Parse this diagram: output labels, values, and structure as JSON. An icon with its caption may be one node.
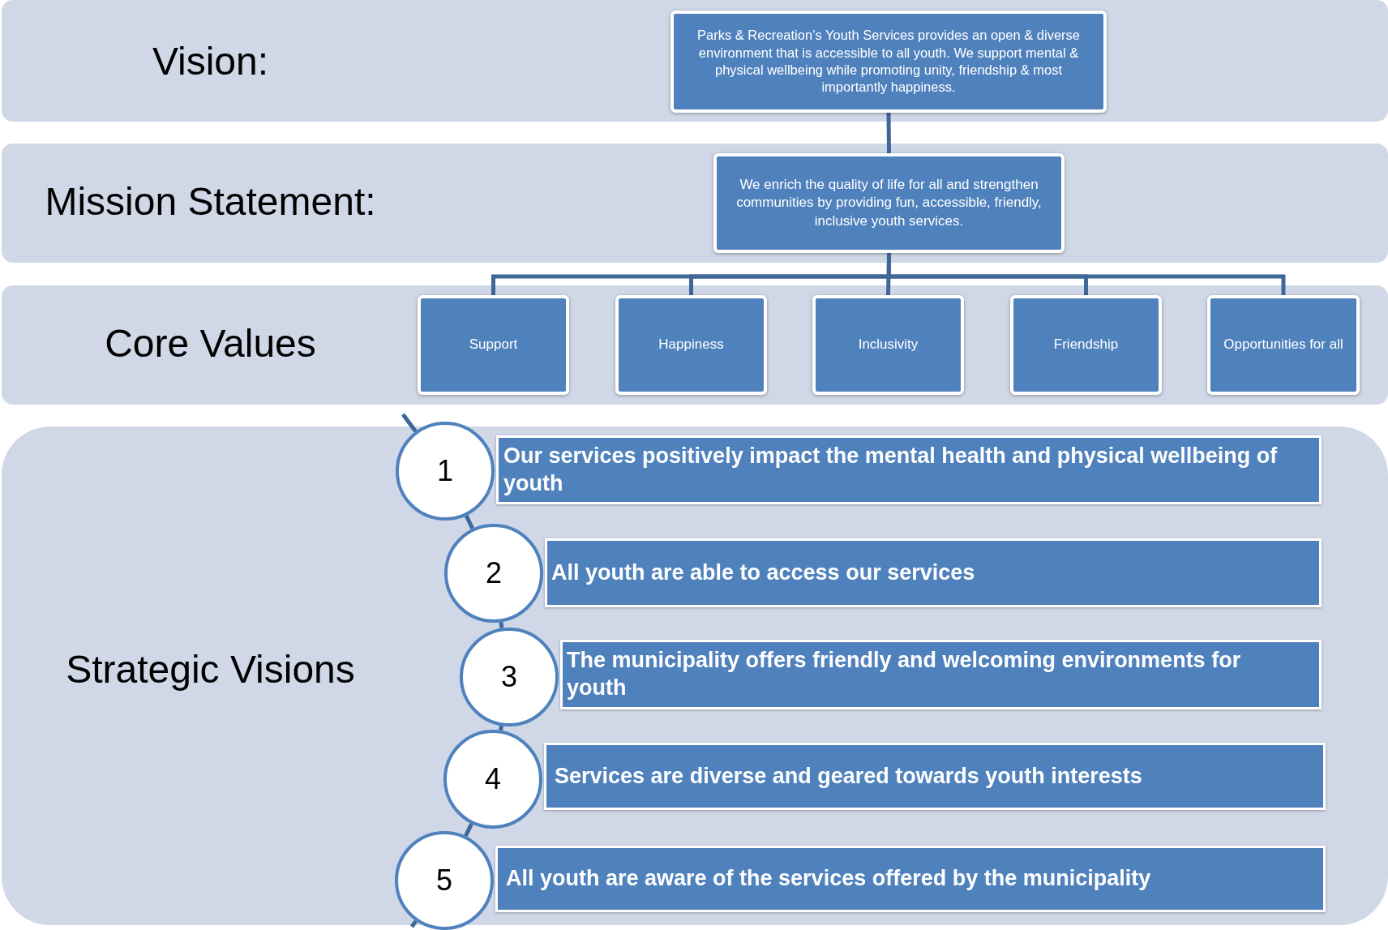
{
  "diagram": {
    "nodes": [
      {
        "text": [
          "Vision:"
        ]
      },
      {
        "text": [
          "Parks & Recreation’s Youth Services provides an open & diverse environment that is accessible to all youth. We support mental & physical wellbeing while promoting unity, friendship & most importantly happiness."
        ],
        "in": 0
      },
      {
        "text": [
          "Mission Statement:"
        ]
      },
      {
        "text": [
          "We enrich the quality of life for all and strengthen communities by providing fun, accessible, friendly, inclusive youth services."
        ],
        "in": 2
      },
      {
        "text": [
          "Core Values"
        ]
      },
      {
        "text": [
          "Support"
        ],
        "in": 4
      },
      {
        "text": [
          "Happiness"
        ],
        "in": 4
      },
      {
        "text": [
          "Inclusivity"
        ],
        "in": 4
      },
      {
        "text": [
          "Friendship"
        ],
        "in": 4
      },
      {
        "text": [
          "Opportunities for all"
        ],
        "in": 4
      },
      {
        "text": [
          "Strategic Visions"
        ]
      },
      {
        "text": [
          "1"
        ],
        "in": 10
      },
      {
        "text": [
          "Our services positively impact the mental health and physical wellbeing of youth"
        ],
        "in": 10
      },
      {
        "text": [
          "2"
        ],
        "in": 10
      },
      {
        "text": [
          "All youth are able to access our services"
        ],
        "in": 10
      },
      {
        "text": [
          "3"
        ],
        "in": 10
      },
      {
        "text": [
          "The municipality offers friendly and welcoming environments for youth"
        ],
        "in": 10
      },
      {
        "text": [
          "4"
        ],
        "in": 10
      },
      {
        "text": [
          "Services are diverse and geared towards youth interests"
        ],
        "in": 10
      },
      {
        "text": [
          "5"
        ],
        "in": 10
      },
      {
        "text": [
          "All youth are aware of the services offered by the municipality"
        ],
        "in": 10
      }
    ],
    "edges": [
      {
        "from": 1,
        "to": 3,
        "arrow": "none"
      },
      {
        "from": 3,
        "to": 5,
        "arrow": "none"
      },
      {
        "from": 3,
        "to": 6,
        "arrow": "none"
      },
      {
        "from": 3,
        "to": 7,
        "arrow": "none"
      },
      {
        "from": 3,
        "to": 8,
        "arrow": "none"
      },
      {
        "from": 3,
        "to": 9,
        "arrow": "none"
      },
      {
        "from": null,
        "to": 11,
        "arrow": "none"
      },
      {
        "from": 11,
        "to": 13,
        "arrow": "none"
      },
      {
        "from": 13,
        "to": 15,
        "arrow": "none"
      },
      {
        "from": 15,
        "to": 17,
        "arrow": "none"
      },
      {
        "from": 17,
        "to": 19,
        "arrow": "none"
      },
      {
        "from": 19,
        "to": null,
        "arrow": "none"
      }
    ]
  }
}
